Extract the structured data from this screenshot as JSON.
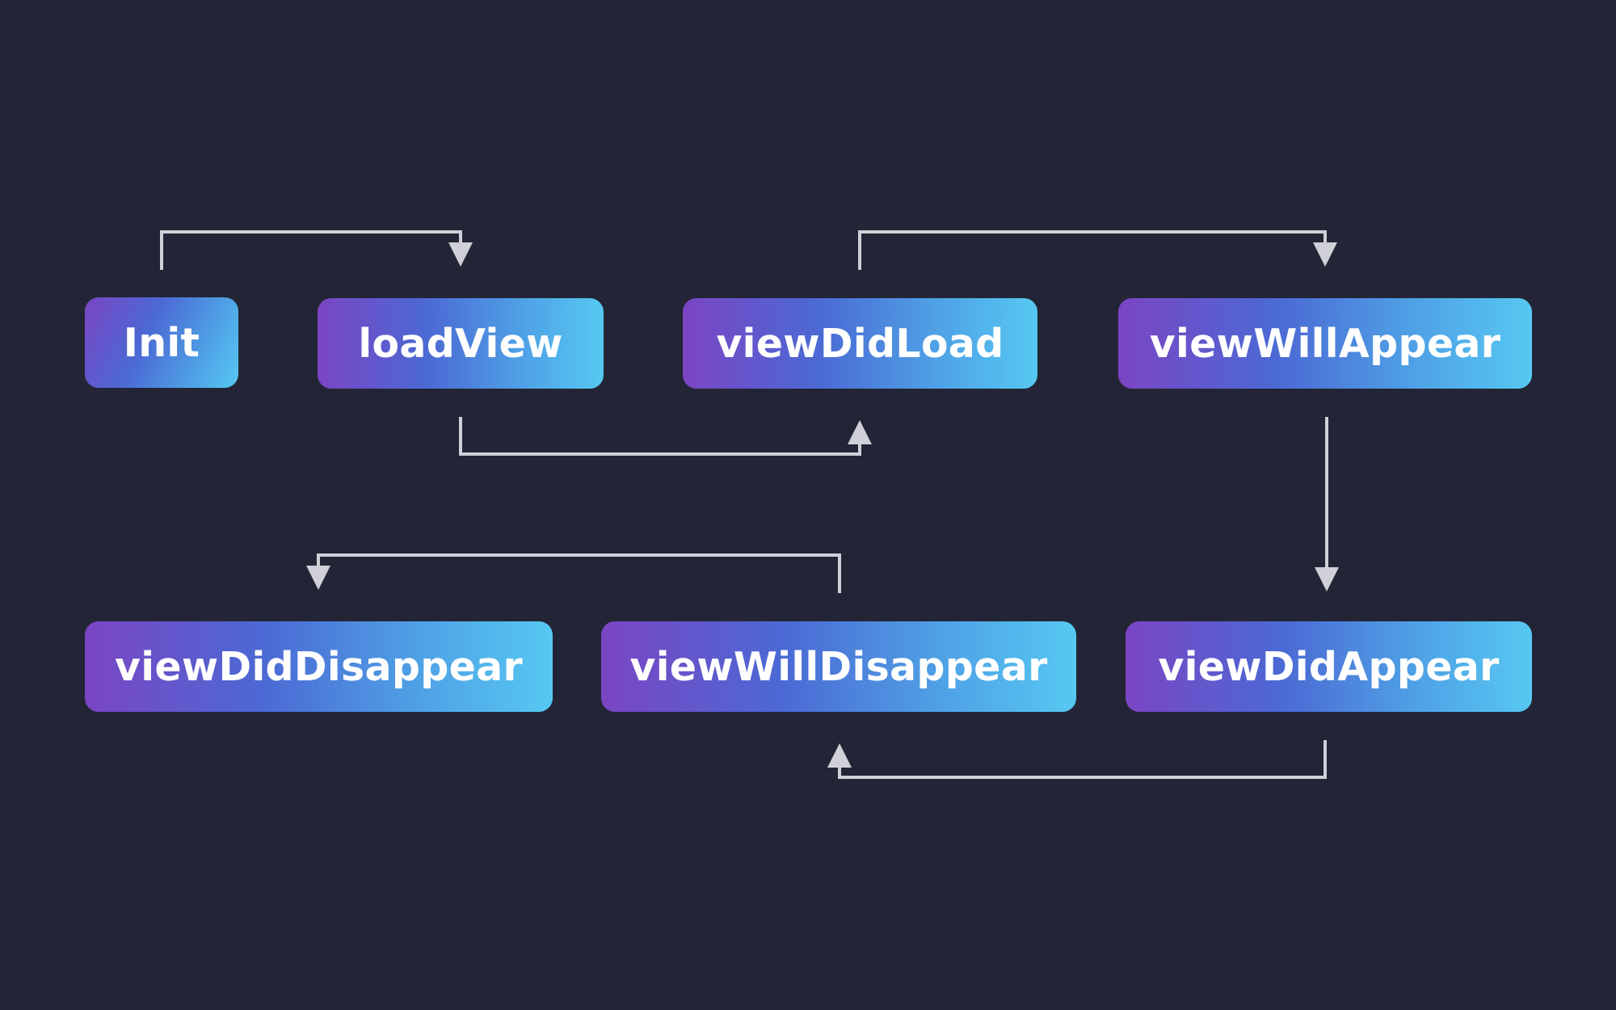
{
  "colors": {
    "background": "#232536",
    "connector": "#d0d0d8",
    "gradient_start": "#7b45c4",
    "gradient_mid": "#4b69d4",
    "gradient_end": "#56c8f2",
    "text": "#ffffff"
  },
  "nodes": {
    "init": "Init",
    "load_view": "loadView",
    "view_did_load": "viewDidLoad",
    "view_will_appear": "viewWillAppear",
    "view_did_appear": "viewDidAppear",
    "view_will_disappear": "viewWillDisappear",
    "view_did_disappear": "viewDidDisappear"
  },
  "edges": [
    {
      "from": "init",
      "to": "load_view"
    },
    {
      "from": "load_view",
      "to": "view_did_load"
    },
    {
      "from": "view_did_load",
      "to": "view_will_appear"
    },
    {
      "from": "view_will_appear",
      "to": "view_did_appear"
    },
    {
      "from": "view_did_appear",
      "to": "view_will_disappear"
    },
    {
      "from": "view_will_disappear",
      "to": "view_did_disappear"
    }
  ]
}
